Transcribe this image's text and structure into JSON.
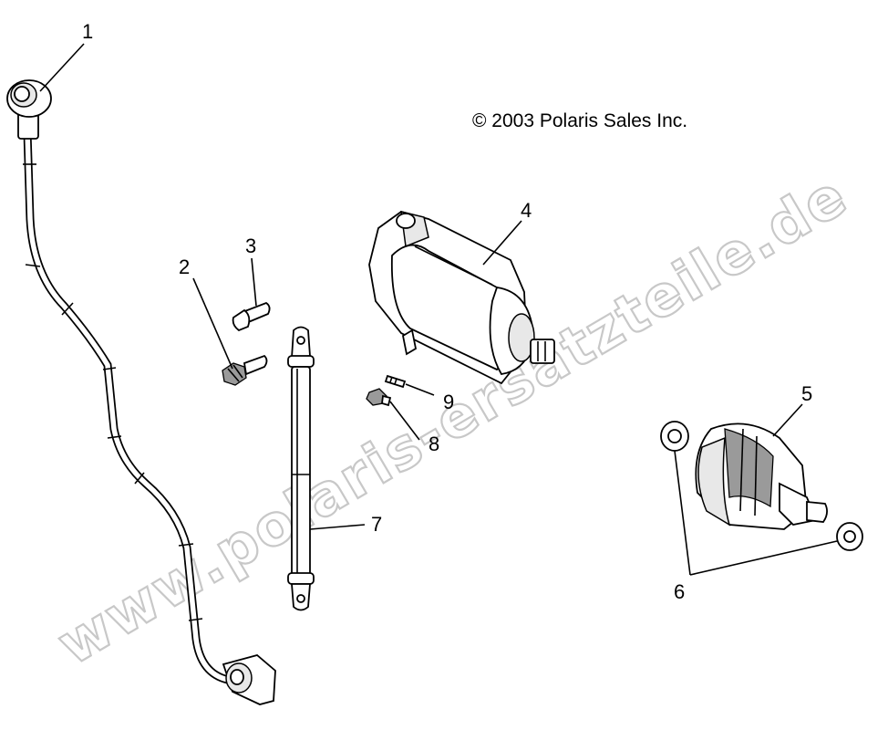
{
  "copyright": "© 2003 Polaris Sales Inc.",
  "watermark": "www.polaris-ersatzteile.de",
  "callouts": {
    "c1": "1",
    "c2": "2",
    "c3": "3",
    "c4": "4",
    "c5": "5",
    "c6": "6",
    "c7": "7",
    "c8": "8",
    "c9": "9"
  }
}
